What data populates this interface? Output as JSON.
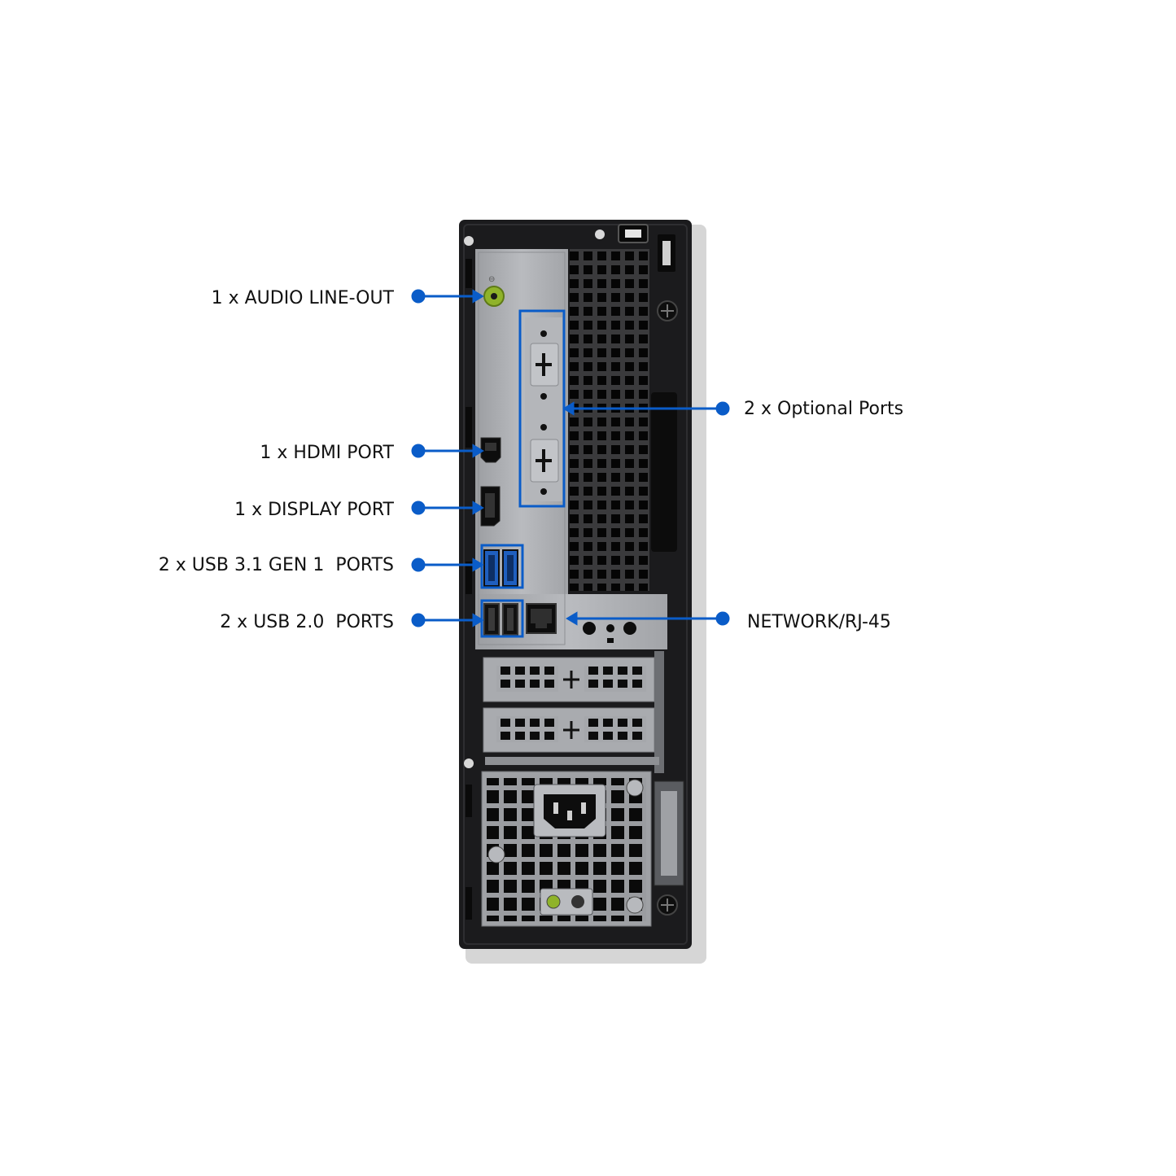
{
  "colors": {
    "callout": "#0a5cc8",
    "case_black": "#1b1b1d",
    "panel_silver": "#a7a9ad",
    "panel_dark": "#2a2a2c",
    "audio_green": "#8fb32a",
    "usb3_blue": "#1f5fbf"
  },
  "callouts": {
    "audio": "1 x AUDIO LINE-OUT",
    "hdmi": "1 x HDMI PORT",
    "displayport": "1 x DISPLAY PORT",
    "usb31": "2 x USB 3.1 GEN 1  PORTS",
    "usb20": "2 x USB 2.0  PORTS",
    "optional": "2 x Optional Ports",
    "network": "NETWORK/RJ-45"
  }
}
